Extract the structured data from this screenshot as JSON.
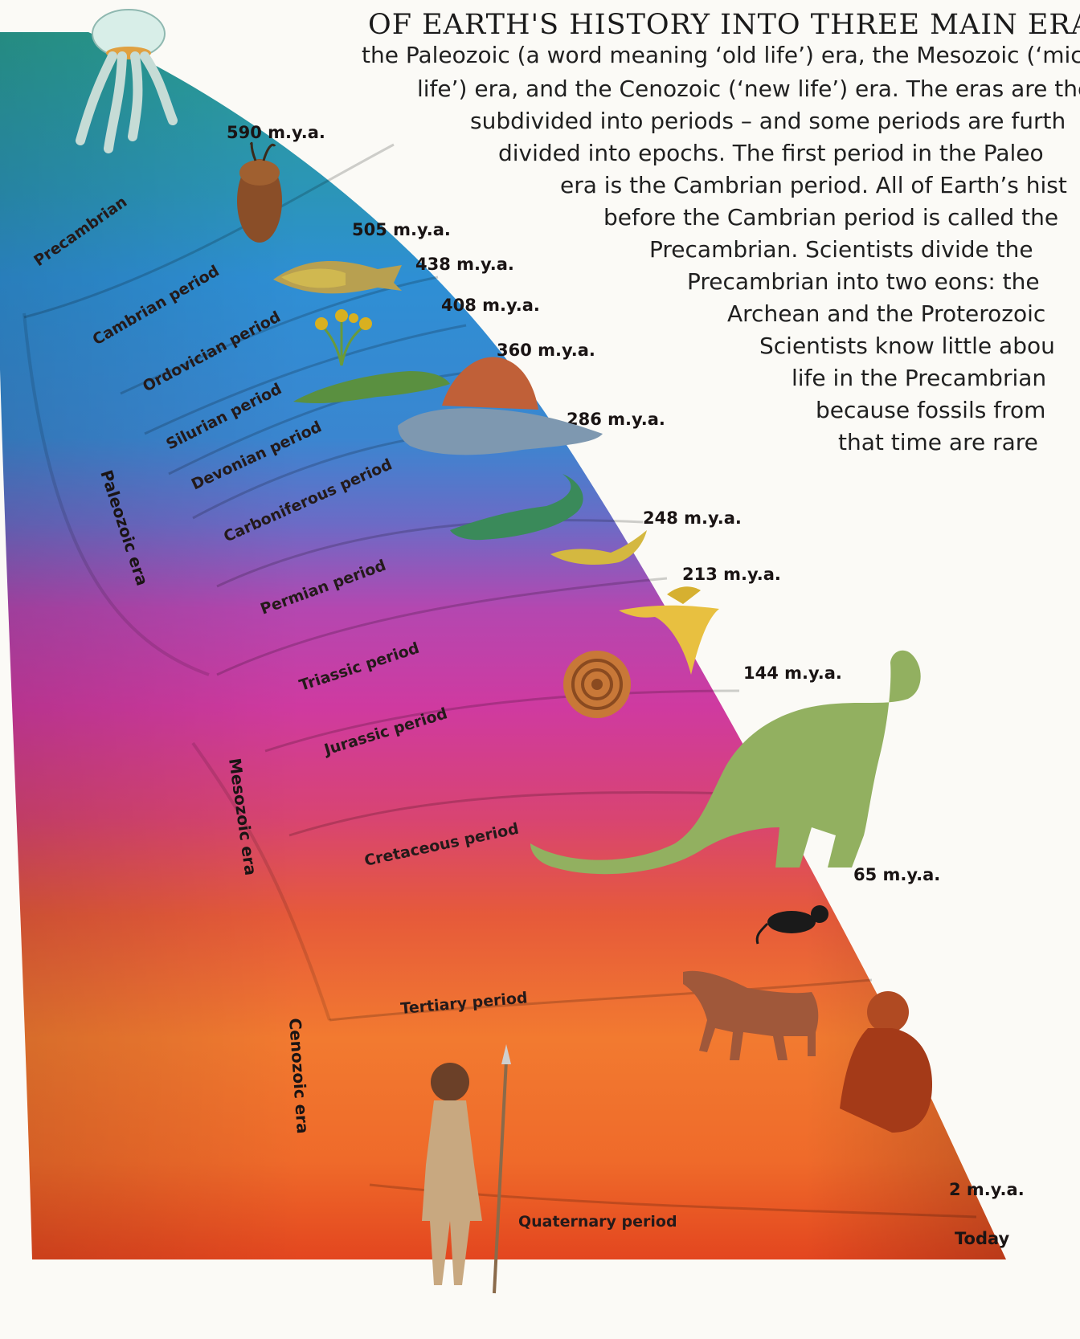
{
  "intro": {
    "heading": "OF EARTH'S HISTORY INTO THREE MAIN ERAS",
    "lines": [
      "the Paleozoic (a word meaning ‘old life’) era, the Mesozoic (‘mic",
      "life’) era, and the Cenozoic (‘new life’) era. The eras are the",
      "subdivided into periods – and some periods are furth",
      "divided into epochs. The first period in the Paleo",
      "era is the Cambrian period. All of Earth’s hist",
      "before the Cambrian period is called the",
      "Precambrian. Scientists divide the",
      "Precambrian into two eons: the",
      "Archean and the Proterozoic",
      "Scientists know little abou",
      "life in the Precambrian",
      "because fossils from",
      "that time are rare"
    ]
  },
  "dates": [
    {
      "text": "590 m.y.a."
    },
    {
      "text": "505 m.y.a."
    },
    {
      "text": "438 m.y.a."
    },
    {
      "text": "408 m.y.a."
    },
    {
      "text": "360 m.y.a."
    },
    {
      "text": "286 m.y.a."
    },
    {
      "text": "248 m.y.a."
    },
    {
      "text": "213 m.y.a."
    },
    {
      "text": "144 m.y.a."
    },
    {
      "text": "65 m.y.a."
    },
    {
      "text": "2 m.y.a."
    },
    {
      "text": "Today"
    }
  ],
  "periods": [
    {
      "name": "Precambrian"
    },
    {
      "name": "Cambrian period"
    },
    {
      "name": "Ordovician period"
    },
    {
      "name": "Silurian period"
    },
    {
      "name": "Devonian period"
    },
    {
      "name": "Carboniferous period"
    },
    {
      "name": "Permian period"
    },
    {
      "name": "Triassic period"
    },
    {
      "name": "Jurassic period"
    },
    {
      "name": "Cretaceous period"
    },
    {
      "name": "Tertiary period"
    },
    {
      "name": "Quaternary period"
    }
  ],
  "eras": [
    {
      "name": "Paleozoic era"
    },
    {
      "name": "Mesozoic era"
    },
    {
      "name": "Cenozoic era"
    }
  ],
  "colors": {
    "precambrian": "#2fa39a",
    "paleozoic": "#2a8fd0",
    "mesozoic": "#c8329c",
    "cenozoic": "#f0702a",
    "quaternary": "#e0401e"
  },
  "illustrations": [
    "jellyfish-icon",
    "trilobite-icon",
    "armored-fish-icon",
    "early-plant-icon",
    "early-amphibian-icon",
    "dimetrodon-icon",
    "reptile-icon",
    "small-dinosaur-icon",
    "pterosaur-icon",
    "ammonite-icon",
    "brachiosaurus-icon",
    "early-mammal-icon",
    "early-horse-icon",
    "primate-icon",
    "early-human-icon"
  ]
}
